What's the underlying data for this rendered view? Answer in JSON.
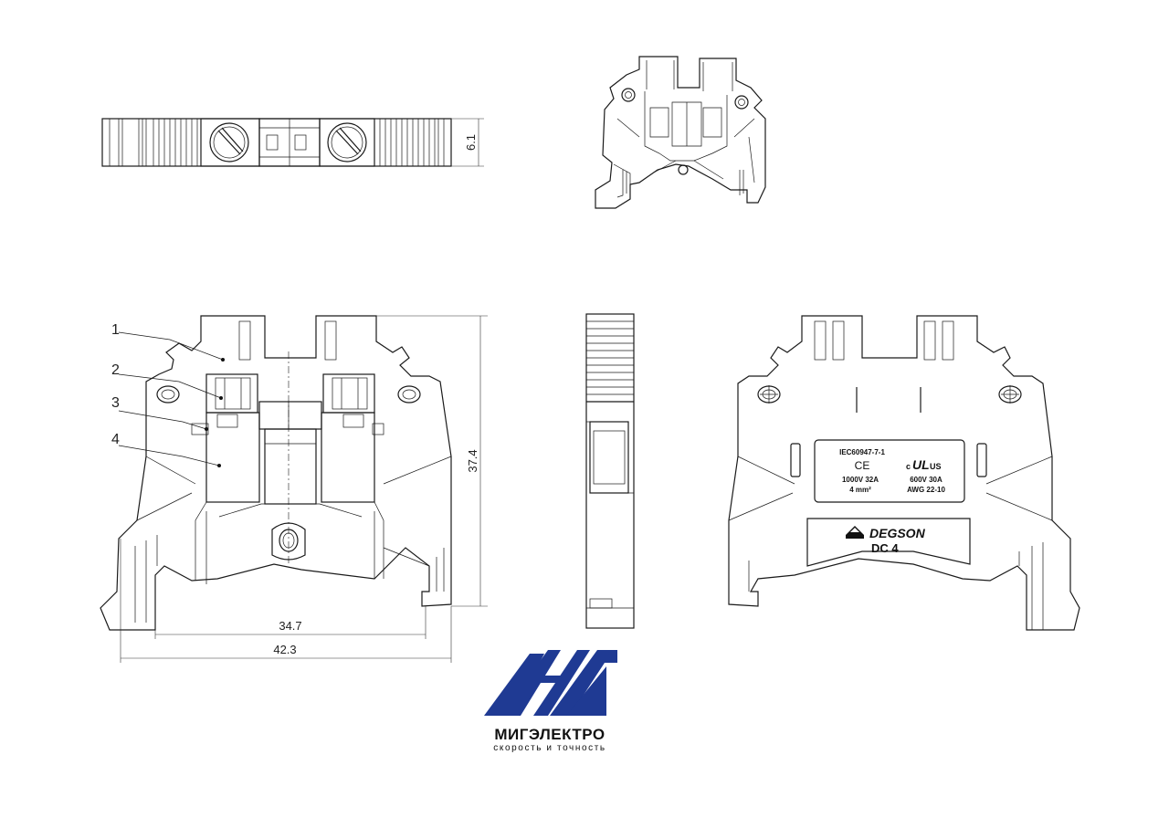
{
  "dimensions": {
    "thickness": "6.1",
    "height": "37.4",
    "rail_width": "34.7",
    "overall_width": "42.3"
  },
  "callouts": [
    "1",
    "2",
    "3",
    "4"
  ],
  "label_plate": {
    "standard": "IEC60947-7-1",
    "ce_mark": "CE",
    "ul_mark": "c",
    "ul_us": "US",
    "iec_rating_line1": "1000V  32A",
    "iec_rating_line2": "4 mm²",
    "ul_rating_line1": "600V  30A",
    "ul_rating_line2": "AWG  22-10"
  },
  "brand": {
    "name": "DEGSON",
    "model": "DC 4"
  },
  "company_logo": {
    "name": "МИГЭЛЕКТРО",
    "slogan": "скорость и точность",
    "color": "#1f3a93"
  }
}
